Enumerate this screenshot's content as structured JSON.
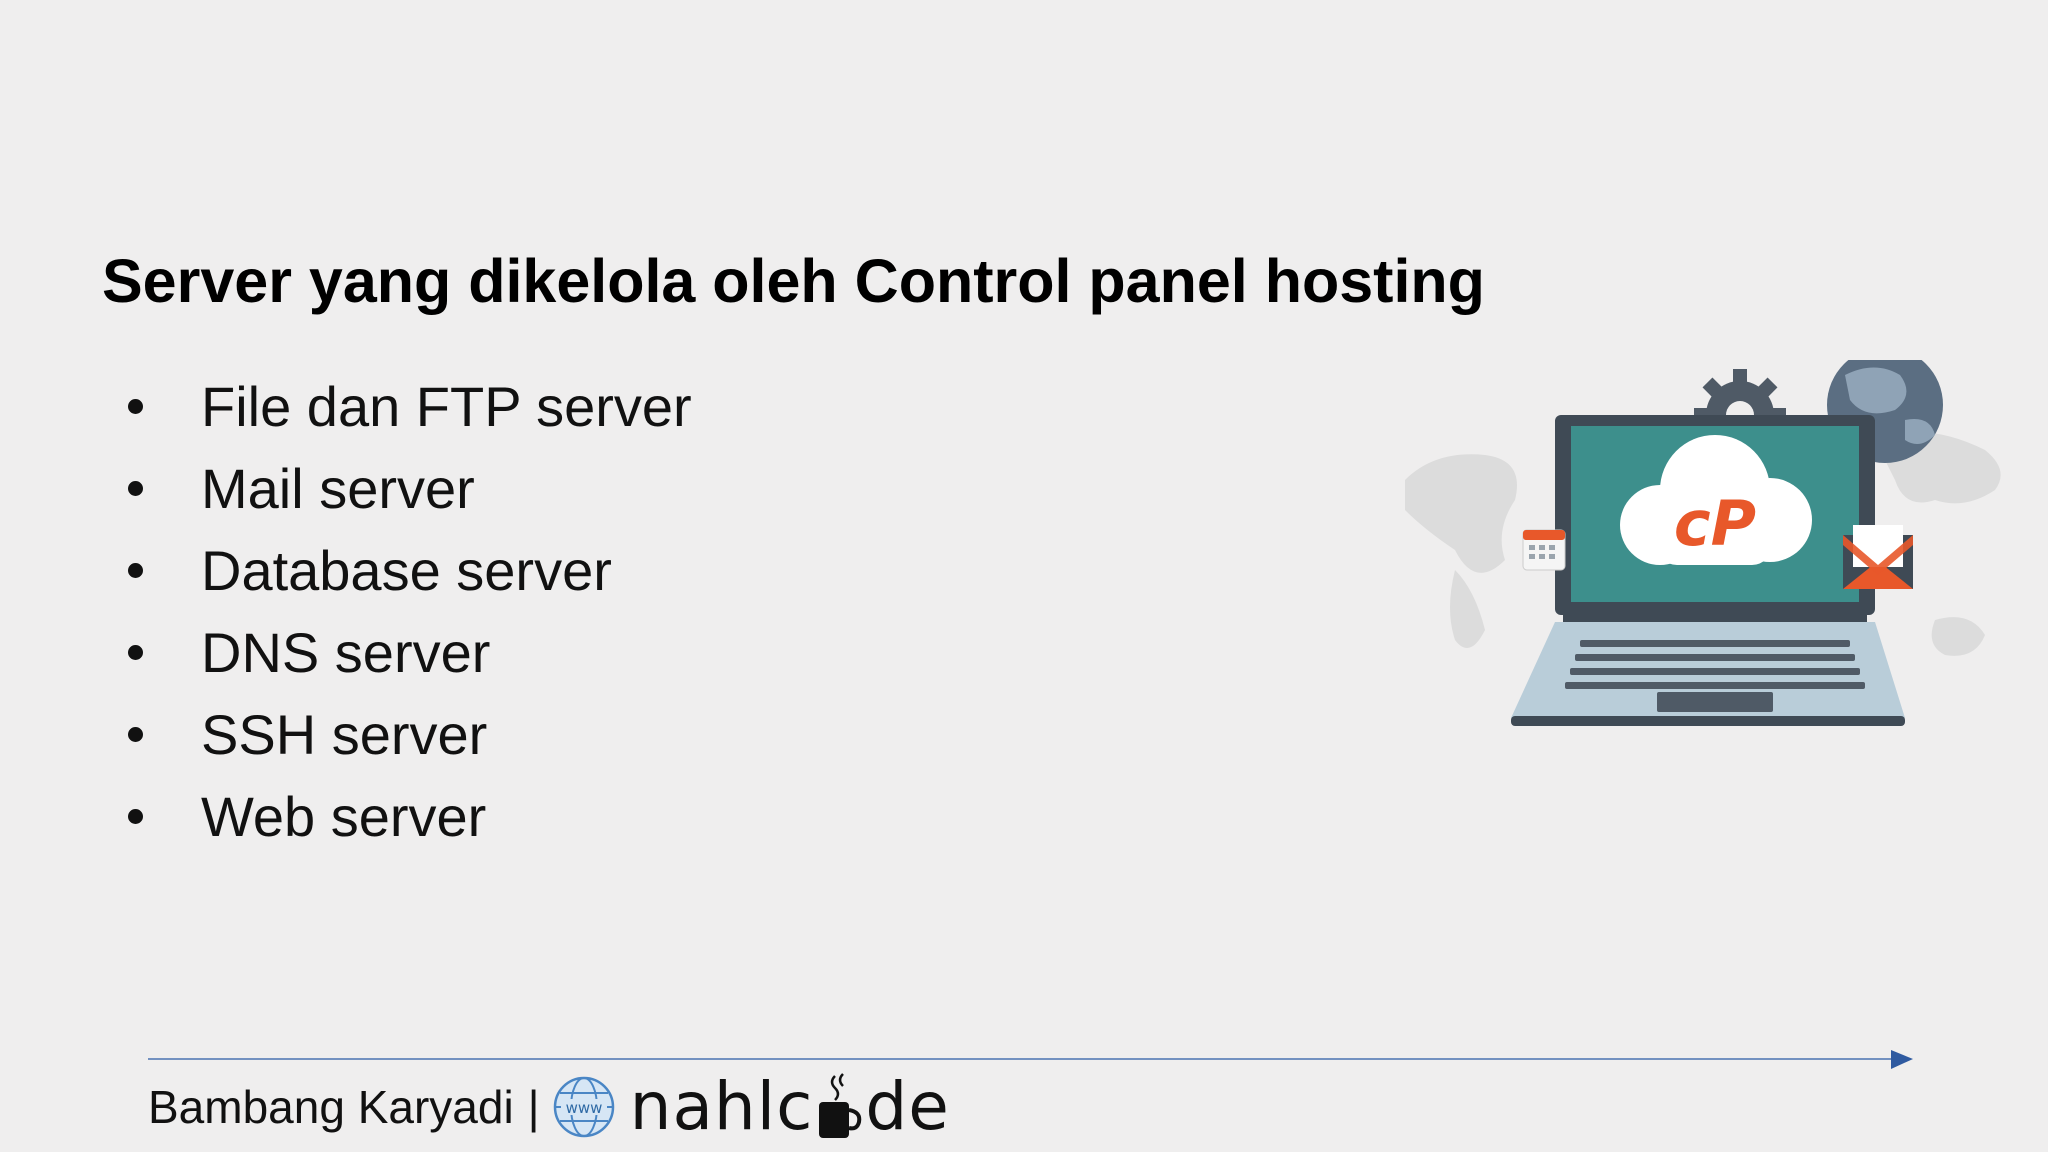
{
  "slide": {
    "title": "Server yang dikelola oleh Control panel hosting",
    "bullets": [
      "File dan FTP server",
      "Mail server",
      "Database server",
      "DNS server",
      "SSH server",
      "Web server"
    ]
  },
  "footer": {
    "author": "Bambang Karyadi",
    "separator": "|",
    "globe_text": "www",
    "brand_prefix": "nahlc",
    "brand_suffix": "de"
  },
  "illustration": {
    "logo_text": "cP",
    "icons": [
      "gear-icon",
      "globe-icon",
      "calendar-icon",
      "mail-icon",
      "cloud-icon",
      "laptop-icon"
    ]
  },
  "colors": {
    "background": "#efeeee",
    "screen": "#3d8f8c",
    "accent": "#e8582a",
    "laptop_frame": "#3f4a55",
    "keyboard_base": "#b9cdd9",
    "footer_line": "#4a72b0"
  }
}
